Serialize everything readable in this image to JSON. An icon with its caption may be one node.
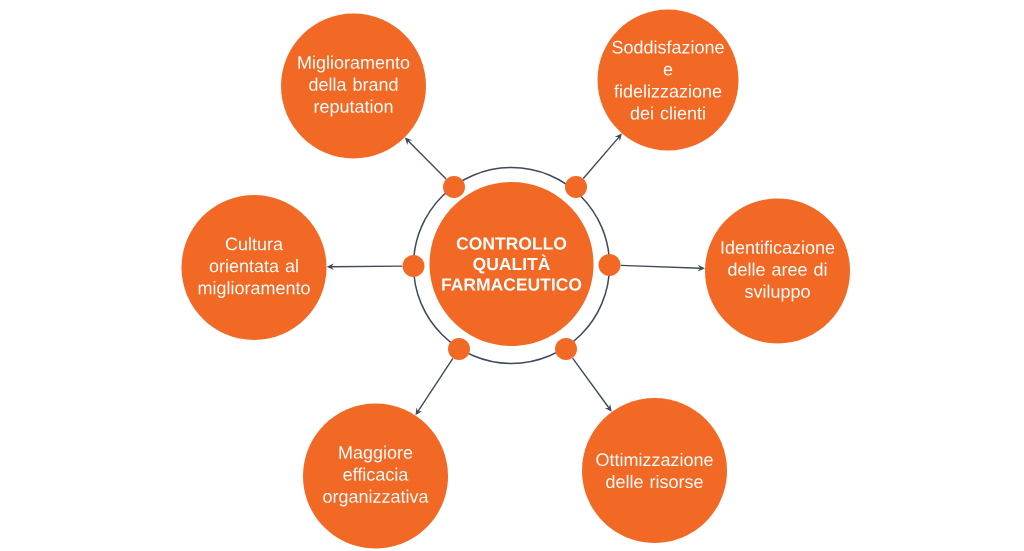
{
  "diagram": {
    "nodes": [
      {
        "text": [
          "CONTROLLO QUALITÀ FARMACEUTICO"
        ]
      },
      {
        "text": [
          "Miglioramento della brand reputation"
        ]
      },
      {
        "text": [
          "Soddisfazione e fidelizzazione dei clienti"
        ]
      },
      {
        "text": [
          "Cultura orientata al miglioramento"
        ]
      },
      {
        "text": [
          "Identificazione delle aree di sviluppo"
        ]
      },
      {
        "text": [
          "Maggiore efficacia organizzativa"
        ]
      },
      {
        "text": [
          "Ottimizzazione delle risorse"
        ]
      },
      {
        "text": [],
        "shape": "circle"
      },
      {
        "text": [],
        "shape": "circle"
      },
      {
        "text": [],
        "shape": "circle"
      },
      {
        "text": [],
        "shape": "circle"
      },
      {
        "text": [],
        "shape": "circle"
      },
      {
        "text": [],
        "shape": "circle"
      }
    ],
    "edges": [
      {
        "from": 7,
        "to": 1,
        "arrow": "to"
      },
      {
        "from": 8,
        "to": 2,
        "arrow": "to"
      },
      {
        "from": 9,
        "to": 3,
        "arrow": "to"
      },
      {
        "from": 10,
        "to": 4,
        "arrow": "to"
      },
      {
        "from": 11,
        "to": 5,
        "arrow": "to"
      },
      {
        "from": 12,
        "to": 6,
        "arrow": "to"
      }
    ]
  }
}
